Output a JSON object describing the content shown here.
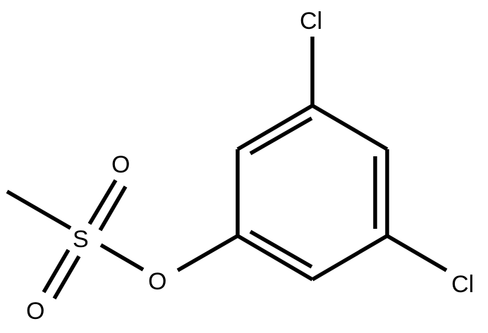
{
  "molecule": {
    "atoms": {
      "cl_top": "Cl",
      "cl_right": "Cl",
      "o_ester": "O",
      "o_upper": "O",
      "o_lower": "O",
      "s": "S"
    },
    "colors": {
      "bond": "#000000",
      "label": "#000000",
      "background": "#ffffff"
    }
  }
}
